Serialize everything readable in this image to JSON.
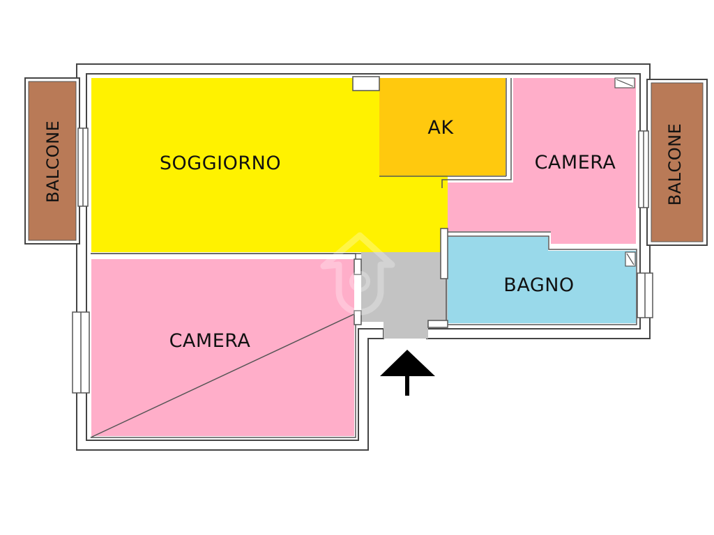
{
  "rooms": {
    "soggiorno": {
      "label": "SOGGIORNO",
      "color": "#FFF200"
    },
    "ak": {
      "label": "AK",
      "color": "#FFC90E"
    },
    "camera_top": {
      "label": "CAMERA",
      "color": "#FFAEC9"
    },
    "camera_bottom": {
      "label": "CAMERA",
      "color": "#FFAEC9"
    },
    "bagno": {
      "label": "BAGNO",
      "color": "#99D9EA"
    },
    "corridor": {
      "color": "#C3C3C3"
    }
  },
  "balconies": {
    "left": {
      "label": "BALCONE",
      "color": "#B97A57"
    },
    "right": {
      "label": "BALCONE",
      "color": "#B97A57"
    }
  },
  "entrance": {
    "icon": "entrance-arrow-icon",
    "color": "#000000"
  },
  "watermark": {
    "icon": "logo-watermark-icon"
  }
}
